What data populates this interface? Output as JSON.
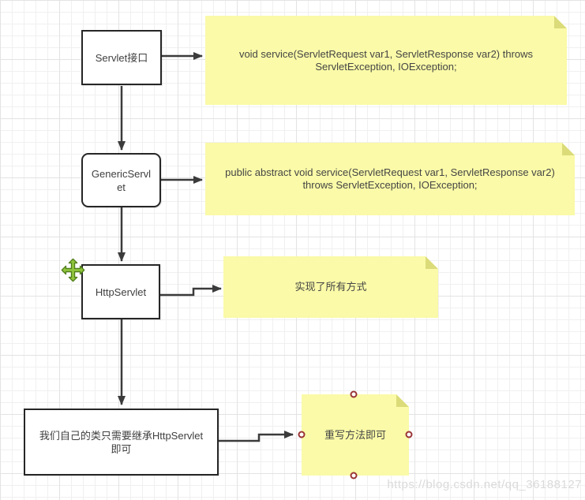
{
  "nodes": [
    {
      "id": "servlet-interface",
      "label": "Servlet接口"
    },
    {
      "id": "generic-servlet",
      "lines": [
        "GenericServl",
        "et"
      ]
    },
    {
      "id": "http-servlet",
      "label": "HttpServlet"
    },
    {
      "id": "own-class",
      "lines": [
        "我们自己的类只需要继承HttpServlet",
        "即可"
      ]
    }
  ],
  "notes": [
    {
      "id": "note-servlet-service",
      "text": "void service(ServletRequest var1, ServletResponse var2) throws ServletException, IOException;"
    },
    {
      "id": "note-generic-service",
      "text": "public abstract void service(ServletRequest var1, ServletResponse var2) throws ServletException, IOException;"
    },
    {
      "id": "note-httpservlet",
      "text": "实现了所有方式"
    },
    {
      "id": "note-override",
      "text": "重写方法即可"
    }
  ],
  "icons": {
    "move_icon": "four-way-move-arrows",
    "connection_handles": "red-circle-connection-points"
  },
  "colors": {
    "note_fill": "#fafaa8",
    "note_fold": "#dbdb79",
    "connector": "#3b3b3b",
    "node_border": "#262626",
    "text": "#3f3f3f",
    "handle_stroke": "#9a3334",
    "move_icon_fill": "#8fc43c",
    "move_icon_stroke": "#4f7d1a",
    "watermark": "#dadada"
  },
  "watermark": {
    "text": "https://blog.csdn.net/qq_36188127"
  }
}
